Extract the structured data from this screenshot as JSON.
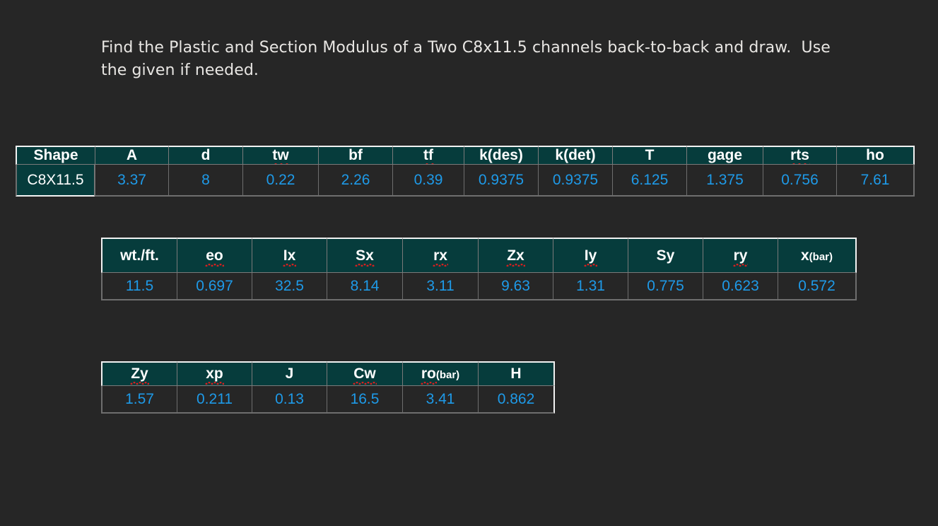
{
  "prompt": {
    "text": "Find the Plastic and Section Modulus of a Two C8x11.5 channels back-to-back and draw.  Use the given if needed."
  },
  "colors": {
    "page_background": "#262626",
    "header_fill": "#063c3c",
    "header_text": "#ffffff",
    "value_text": "#1e9ae8",
    "prompt_text": "#e8e6e3",
    "spellcheck_underline": "#d81f1f",
    "outer_border": "#f2f2f2",
    "inner_border": "#6e6e6e"
  },
  "tables": [
    {
      "name": "dimensions",
      "headers": [
        "Shape",
        "A",
        "d",
        "tw",
        "bf",
        "tf",
        "k(des)",
        "k(det)",
        "T",
        "gage",
        "rts",
        "ho"
      ],
      "values": [
        "C8X11.5",
        "3.37",
        "8",
        "0.22",
        "2.26",
        "0.39",
        "0.9375",
        "0.9375",
        "6.125",
        "1.375",
        "0.756",
        "7.61"
      ]
    },
    {
      "name": "section-properties-x-y",
      "headers": [
        "wt./ft.",
        "eo",
        "Ix",
        "Sx",
        "rx",
        "Zx",
        "Iy",
        "Sy",
        "ry",
        "x(bar)"
      ],
      "values": [
        "11.5",
        "0.697",
        "32.5",
        "8.14",
        "3.11",
        "9.63",
        "1.31",
        "0.775",
        "0.623",
        "0.572"
      ]
    },
    {
      "name": "torsional-properties",
      "headers": [
        "Zy",
        "xp",
        "J",
        "Cw",
        "ro(bar)",
        "H"
      ],
      "values": [
        "1.57",
        "0.211",
        "0.13",
        "16.5",
        "3.41",
        "0.862"
      ]
    }
  ]
}
